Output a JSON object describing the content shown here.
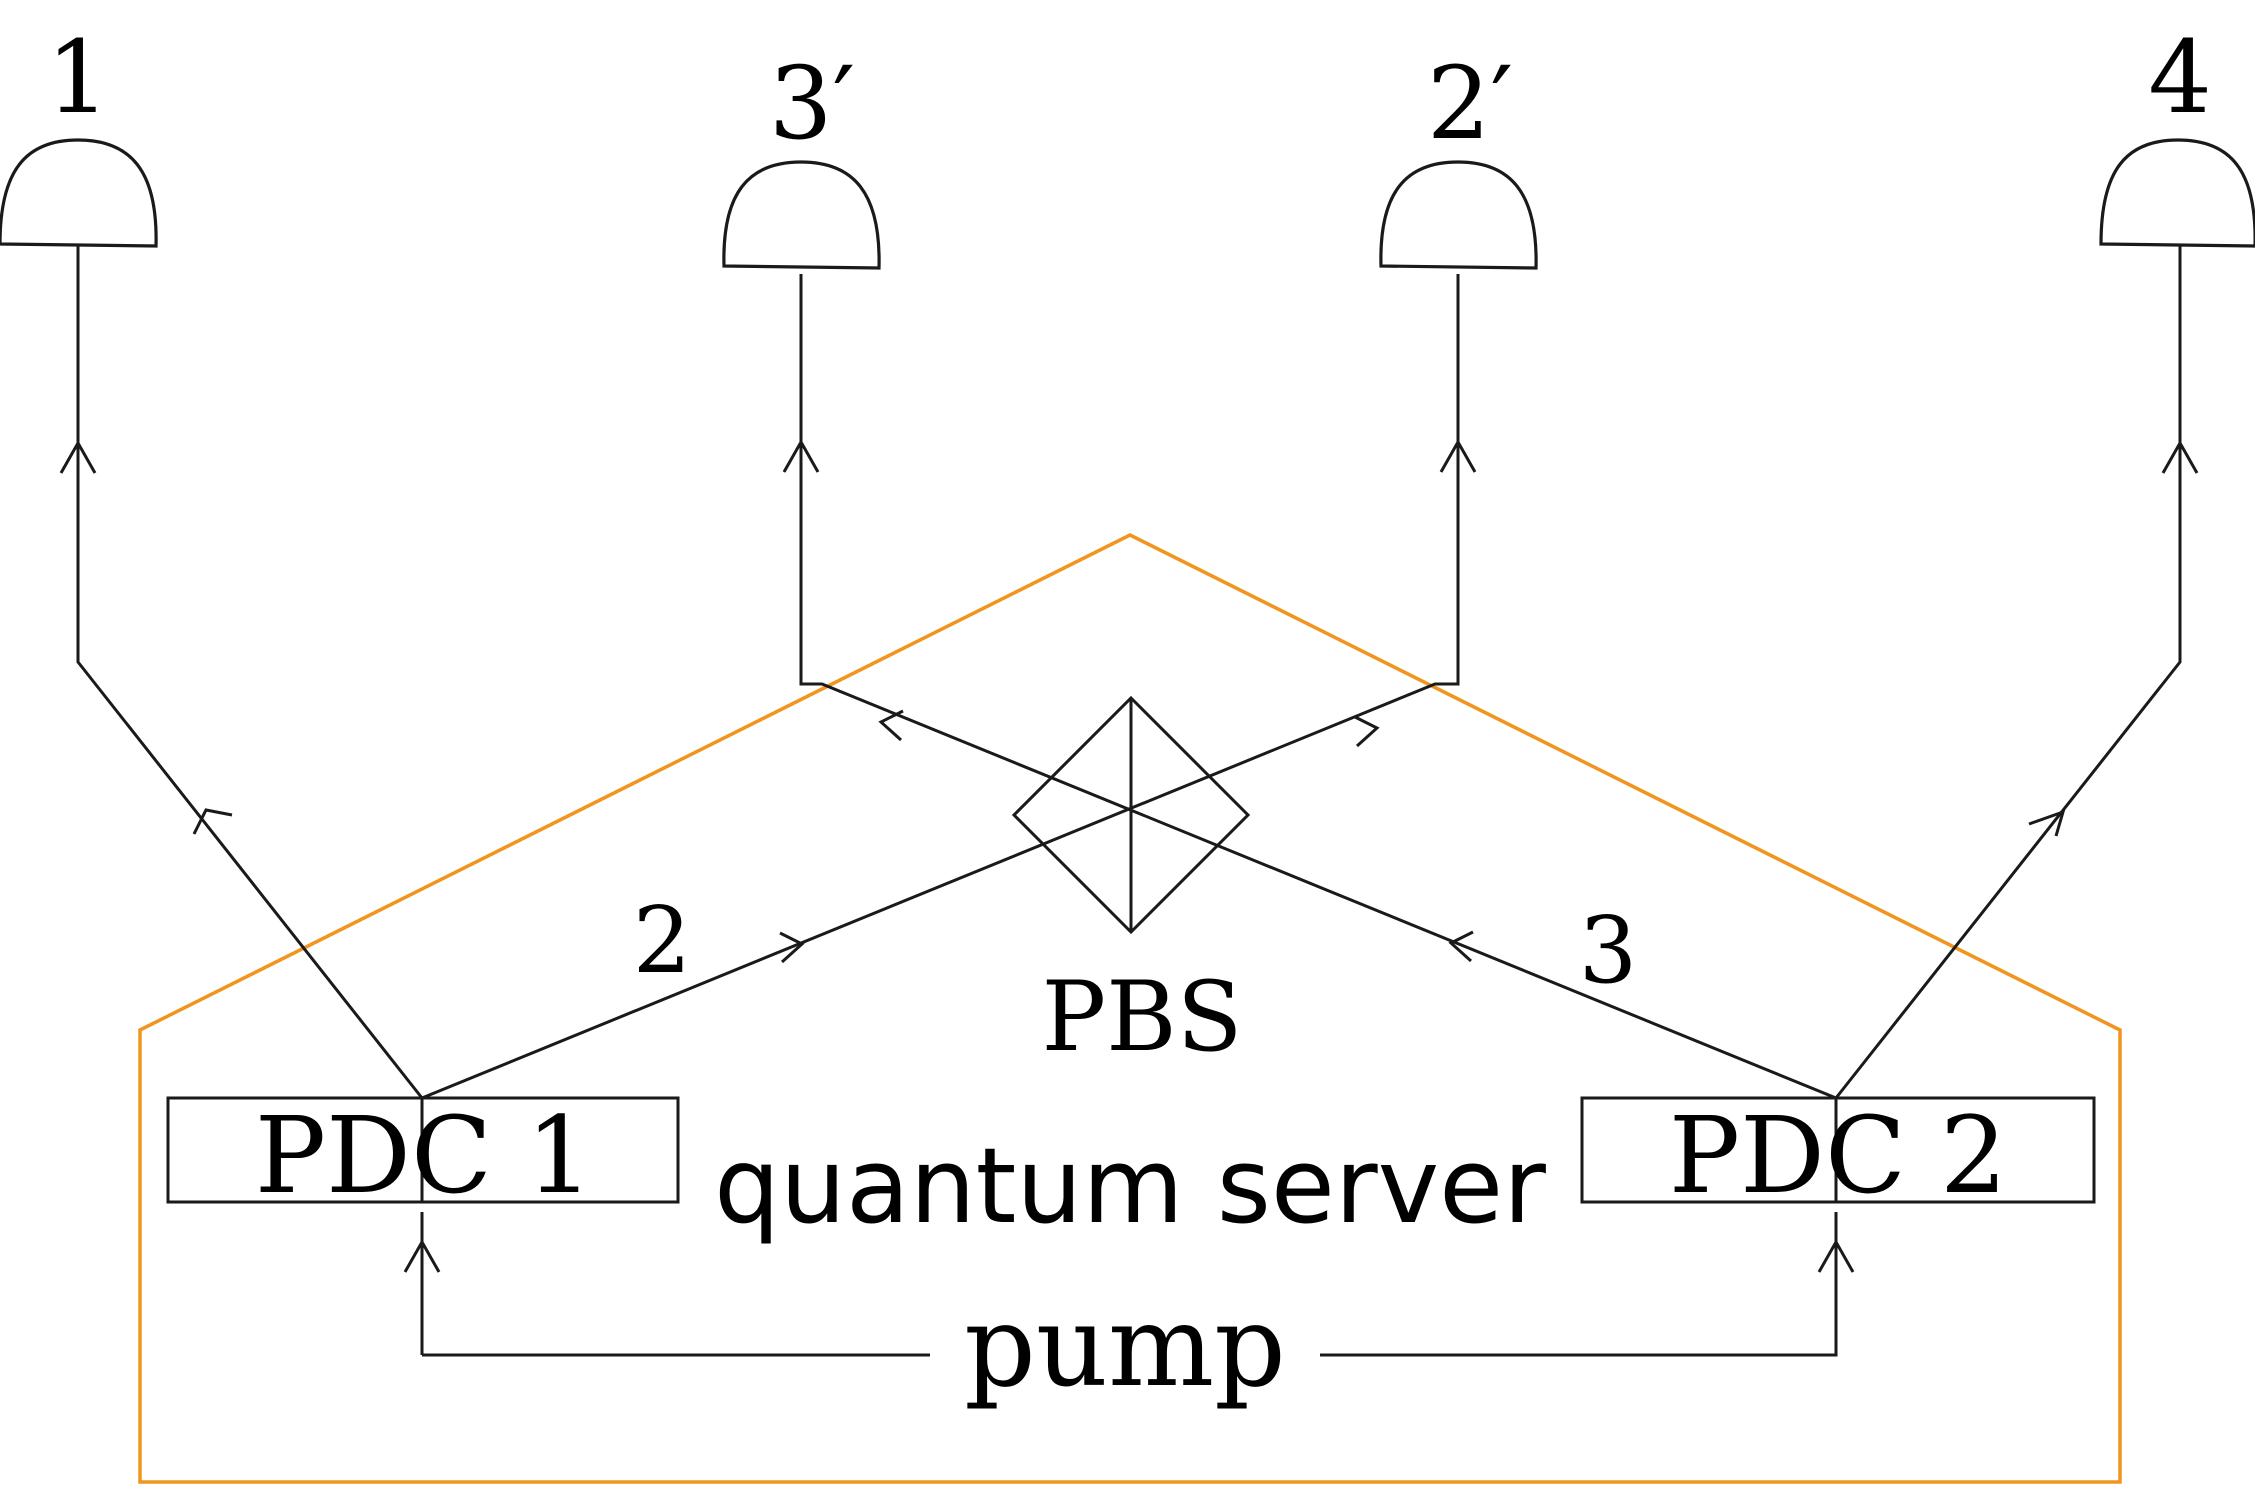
{
  "detectors": [
    {
      "id": "det-1",
      "label": "1"
    },
    {
      "id": "det-3p",
      "label": "3′"
    },
    {
      "id": "det-2p",
      "label": "2′"
    },
    {
      "id": "det-4",
      "label": "4"
    }
  ],
  "paths": {
    "two": "2",
    "three": "3"
  },
  "components": {
    "pdc1": "PDC 1",
    "pdc2": "PDC 2",
    "pbs": "PBS",
    "pump": "pump"
  },
  "server": {
    "label": "quantum server"
  },
  "colors": {
    "server": "#F0961E",
    "lines": "#1a1a1a"
  }
}
